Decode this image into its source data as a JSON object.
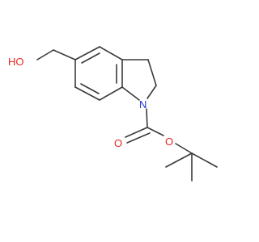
{
  "structure": {
    "atoms": {
      "hydroxyl_oxygen": "HO",
      "ring_nitrogen": "N",
      "ester_oxygen": "O",
      "carbonyl_oxygen": "O"
    },
    "colors": {
      "bond": "#3a3a3a",
      "oxygen": "#e8261a",
      "nitrogen": "#1f2fd6"
    }
  }
}
